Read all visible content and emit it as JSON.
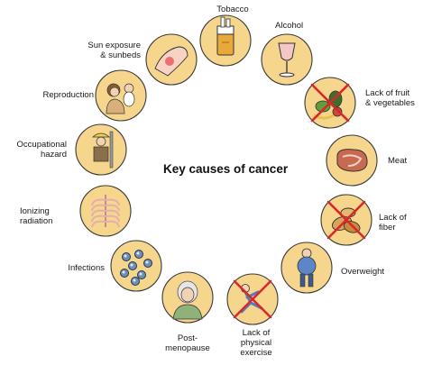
{
  "diagram": {
    "title": "Key causes of cancer",
    "colors": {
      "circle_fill": "#f6d58c",
      "circle_stroke": "#3a3a3a",
      "cross": "#d8282c"
    },
    "causes": [
      {
        "label": "Tobacco",
        "icon": "cigarette-pack-icon",
        "crossed": false
      },
      {
        "label": "Alcohol",
        "icon": "wine-glass-icon",
        "crossed": false
      },
      {
        "label": "Lack of fruit\n& vegetables",
        "icon": "fruit-vegetables-icon",
        "crossed": true
      },
      {
        "label": "Meat",
        "icon": "steak-icon",
        "crossed": false
      },
      {
        "label": "Lack of\nfiber",
        "icon": "bread-fiber-icon",
        "crossed": true
      },
      {
        "label": "Overweight",
        "icon": "overweight-person-icon",
        "crossed": false
      },
      {
        "label": "Lack of\nphysical\nexercise",
        "icon": "exercise-icon",
        "crossed": true
      },
      {
        "label": "Post-\nmenopause",
        "icon": "older-woman-icon",
        "crossed": false
      },
      {
        "label": "Infections",
        "icon": "virus-particles-icon",
        "crossed": false
      },
      {
        "label": "Ionizing\nradiation",
        "icon": "ribcage-xray-icon",
        "crossed": false
      },
      {
        "label": "Occupational\nhazard",
        "icon": "worker-icon",
        "crossed": false
      },
      {
        "label": "Reproduction",
        "icon": "mother-baby-icon",
        "crossed": false
      },
      {
        "label": "Sun exposure\n& sunbeds",
        "icon": "sunburned-arm-icon",
        "crossed": false
      }
    ]
  }
}
